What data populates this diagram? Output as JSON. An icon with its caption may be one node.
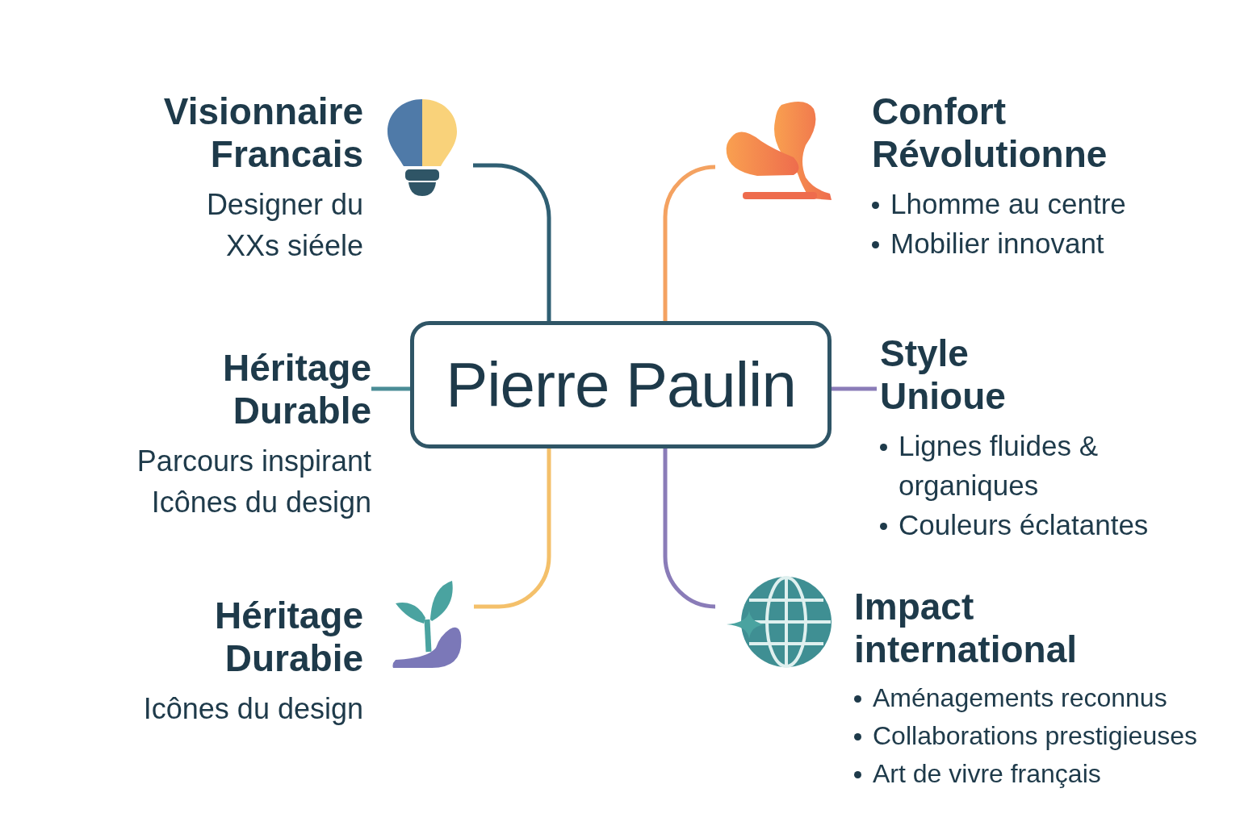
{
  "diagram": {
    "nodes": [
      {
        "text": [
          "Pierre Paulin"
        ]
      },
      {
        "text": [],
        "shape": "picture",
        "beside": [
          "Visionnaire Francais",
          "Designer du XXs siéele"
        ]
      },
      {
        "text": [],
        "shape": "picture",
        "beside": [
          "Confort Révolutionne",
          "Lhomme au centre",
          "Mobilier innovant"
        ]
      },
      {
        "text": [
          "Héritage Durable",
          "Parcours inspirant",
          "Icônes du design"
        ]
      },
      {
        "text": [
          "Style Unioue",
          "Lignes fluides & organiques",
          "Couleurs éclatantes"
        ]
      },
      {
        "text": [],
        "shape": "picture",
        "beside": [
          "Héritage Durabie",
          "Icônes du design"
        ]
      },
      {
        "text": [],
        "shape": "picture",
        "beside": [
          "Impact international",
          "Aménagements reconnus",
          "Collaborations prestigieuses",
          "Art de vivre français"
        ]
      }
    ],
    "edges": [
      {
        "from": 0,
        "to": 1,
        "arrow": "none",
        "color": "#2f5f73"
      },
      {
        "from": 0,
        "to": 2,
        "arrow": "none",
        "color": "#f4a261"
      },
      {
        "from": 0,
        "to": 3,
        "arrow": "none",
        "color": "#4a8c96"
      },
      {
        "from": 0,
        "to": 4,
        "arrow": "none",
        "color": "#8a7cb8"
      },
      {
        "from": 0,
        "to": 5,
        "arrow": "none",
        "color": "#f4c06a"
      },
      {
        "from": 0,
        "to": 6,
        "arrow": "none",
        "color": "#8a7cb8"
      }
    ]
  }
}
